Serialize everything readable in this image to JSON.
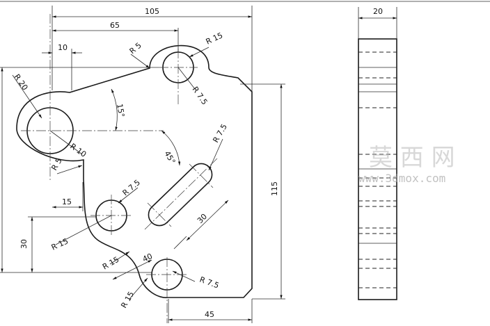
{
  "dimensions": {
    "overall_width": "105",
    "upper_width": "65",
    "offset_top": "10",
    "r_top_outer": "R 15",
    "r_fillet_top": "R 5",
    "r_top_hole": "R 7.5",
    "r_left_outer": "R 20",
    "r_left_hole": "R 10",
    "r_fillet_left": "R 5",
    "angle_15": "15°",
    "angle_45": "45°",
    "slot_r": "R 7.5",
    "slot_length": "30",
    "mid_hole_r": "R 7.5",
    "mid_offset": "15",
    "mid_height": "30",
    "r_mid_lower": "R 15",
    "r_bottom_left": "R 15",
    "r_bottom_fillet": "R 15",
    "bottom_spacing": "40",
    "bottom_hole_r": "R 7.5",
    "bottom_width": "45",
    "overall_height": "115",
    "thickness": "20"
  },
  "watermark": {
    "cn": "莫 西 网",
    "url": "www.3dmox.com"
  }
}
